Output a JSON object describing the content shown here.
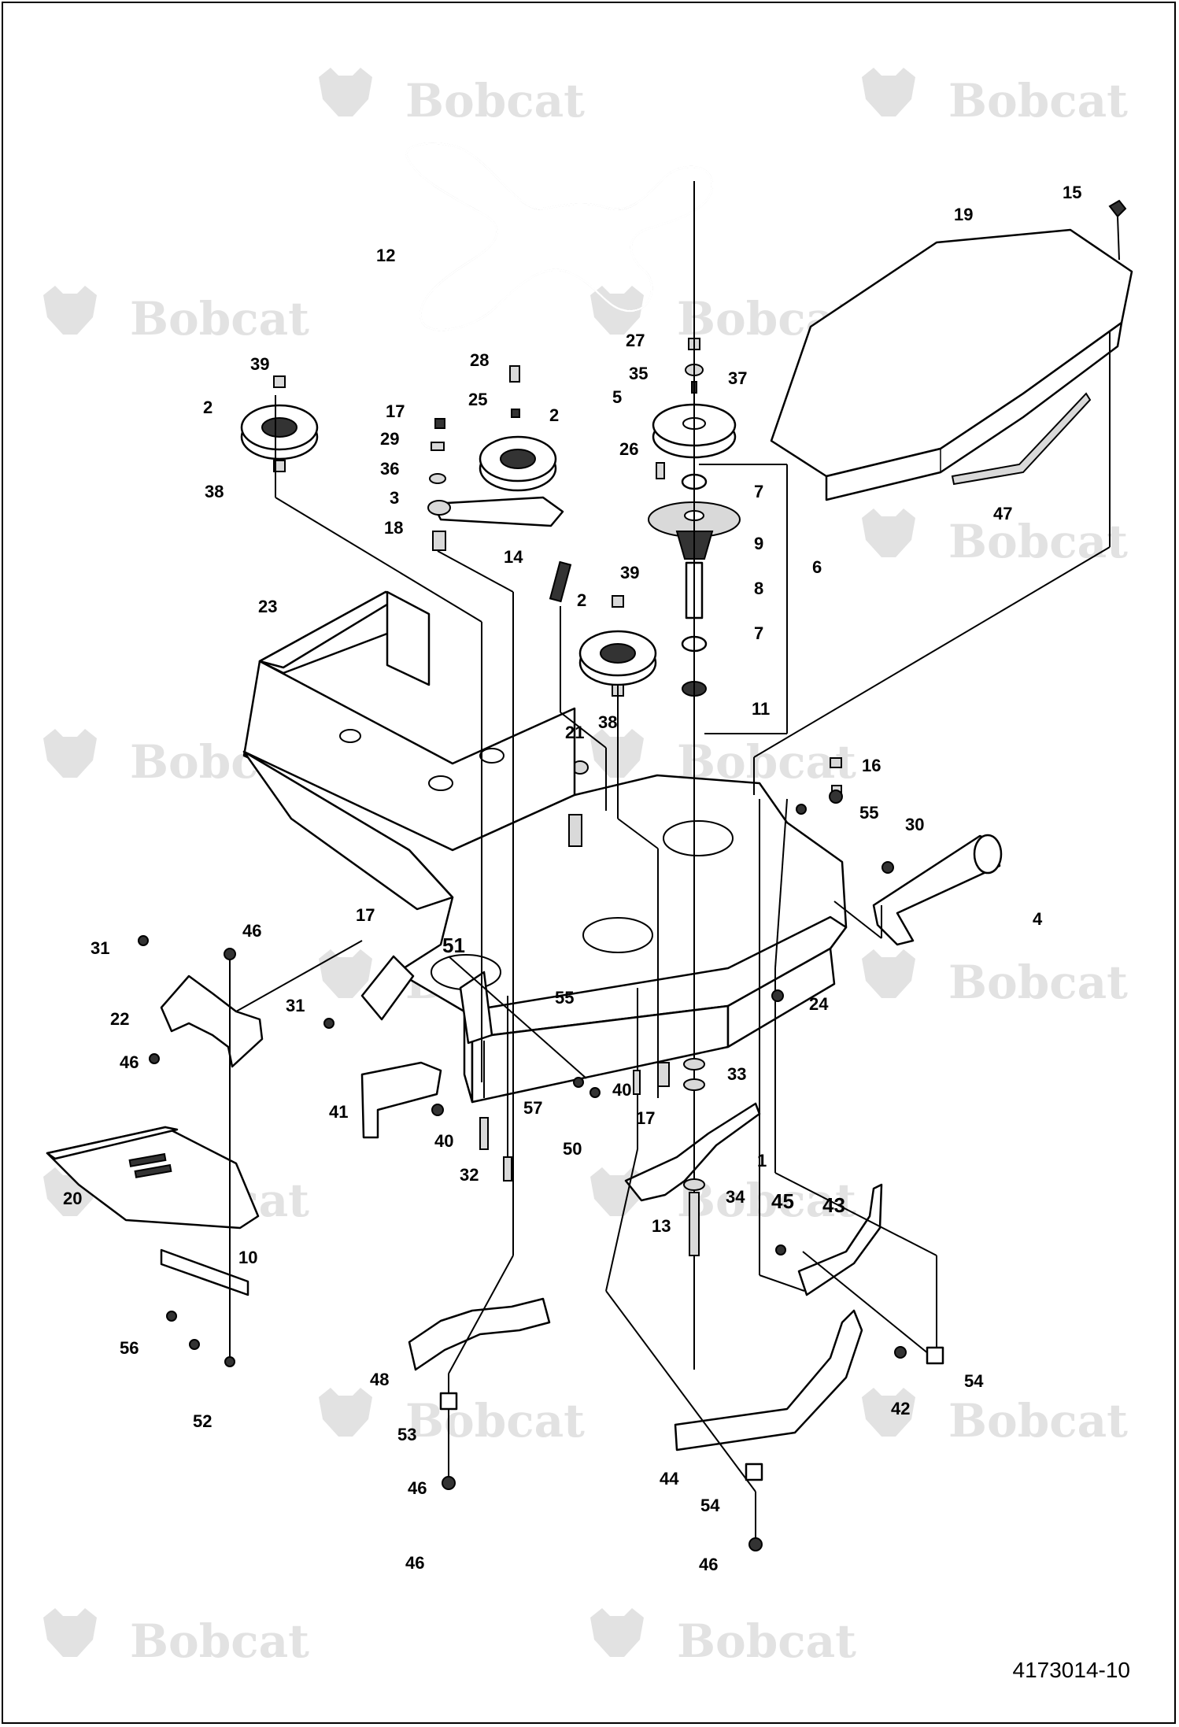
{
  "brand": {
    "watermark_text": "Bobcat",
    "watermark_color": "#e2e2e2",
    "logo_icon": "bobcat-head-icon"
  },
  "drawing_number": "4173014-10",
  "callouts": [
    {
      "label": "1"
    },
    {
      "label": "2"
    },
    {
      "label": "2"
    },
    {
      "label": "2"
    },
    {
      "label": "3"
    },
    {
      "label": "4"
    },
    {
      "label": "5"
    },
    {
      "label": "6"
    },
    {
      "label": "7"
    },
    {
      "label": "7"
    },
    {
      "label": "8"
    },
    {
      "label": "9"
    },
    {
      "label": "10"
    },
    {
      "label": "11"
    },
    {
      "label": "12"
    },
    {
      "label": "13"
    },
    {
      "label": "14"
    },
    {
      "label": "15"
    },
    {
      "label": "16"
    },
    {
      "label": "17"
    },
    {
      "label": "17"
    },
    {
      "label": "17"
    },
    {
      "label": "18"
    },
    {
      "label": "19"
    },
    {
      "label": "20"
    },
    {
      "label": "21"
    },
    {
      "label": "22"
    },
    {
      "label": "23"
    },
    {
      "label": "24"
    },
    {
      "label": "25"
    },
    {
      "label": "26"
    },
    {
      "label": "27"
    },
    {
      "label": "28"
    },
    {
      "label": "29"
    },
    {
      "label": "30"
    },
    {
      "label": "31"
    },
    {
      "label": "31"
    },
    {
      "label": "32"
    },
    {
      "label": "33"
    },
    {
      "label": "34"
    },
    {
      "label": "35"
    },
    {
      "label": "36"
    },
    {
      "label": "37"
    },
    {
      "label": "38"
    },
    {
      "label": "38"
    },
    {
      "label": "39"
    },
    {
      "label": "39"
    },
    {
      "label": "40"
    },
    {
      "label": "40"
    },
    {
      "label": "41"
    },
    {
      "label": "42"
    },
    {
      "label": "43"
    },
    {
      "label": "44"
    },
    {
      "label": "45"
    },
    {
      "label": "46"
    },
    {
      "label": "46"
    },
    {
      "label": "46"
    },
    {
      "label": "46"
    },
    {
      "label": "46"
    },
    {
      "label": "47"
    },
    {
      "label": "48"
    },
    {
      "label": "50"
    },
    {
      "label": "51"
    },
    {
      "label": "52"
    },
    {
      "label": "53"
    },
    {
      "label": "54"
    },
    {
      "label": "54"
    },
    {
      "label": "55"
    },
    {
      "label": "55"
    },
    {
      "label": "56"
    },
    {
      "label": "57"
    }
  ]
}
